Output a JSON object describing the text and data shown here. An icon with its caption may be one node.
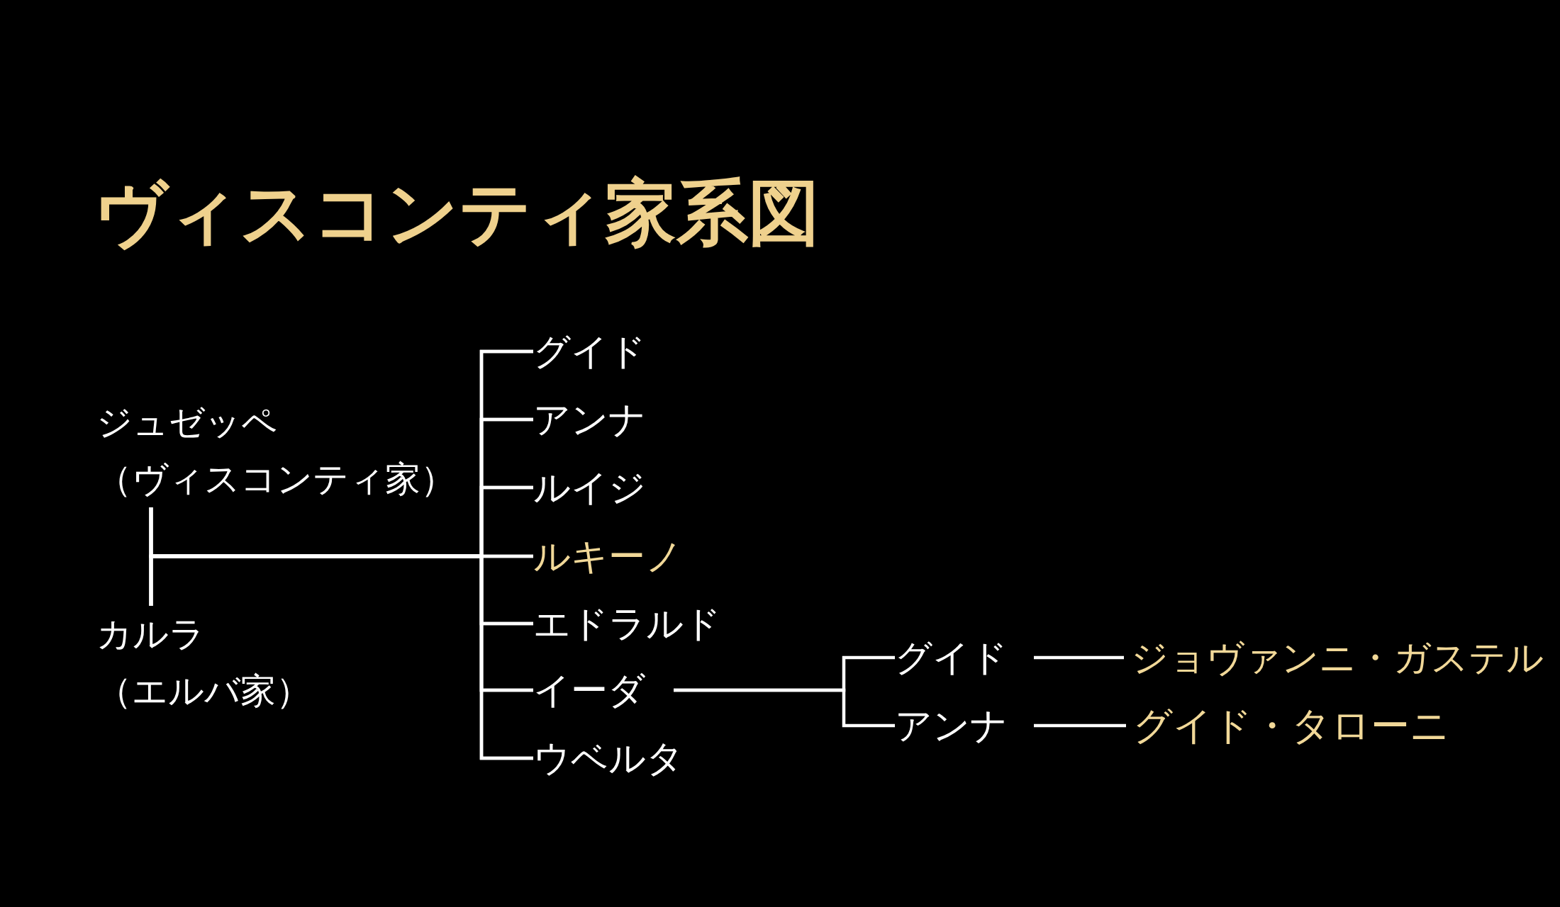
{
  "diagram": {
    "title": "ヴィスコンティ家系図",
    "nodes": [
      {
        "text": [
          "ジュゼッペ",
          "（ヴィスコンティ家）"
        ]
      },
      {
        "text": [
          "カルラ",
          "（エルバ家）"
        ]
      },
      {
        "text": [
          "グイド"
        ]
      },
      {
        "text": [
          "アンナ"
        ]
      },
      {
        "text": [
          "ルイジ"
        ]
      },
      {
        "text": [
          "ルキーノ"
        ]
      },
      {
        "text": [
          "エドラルド"
        ]
      },
      {
        "text": [
          "イーダ"
        ]
      },
      {
        "text": [
          "ウベルタ"
        ]
      },
      {
        "text": [
          "グイド"
        ]
      },
      {
        "text": [
          "アンナ"
        ]
      },
      {
        "text": [
          "ジョヴァンニ・ガステル"
        ]
      },
      {
        "text": [
          "グイド・タローニ"
        ]
      }
    ],
    "edges": [
      {
        "from": 0,
        "to": 1,
        "arrow": "none"
      },
      {
        "from": 0,
        "to": 2,
        "arrow": "none"
      },
      {
        "from": 0,
        "to": 3,
        "arrow": "none"
      },
      {
        "from": 0,
        "to": 4,
        "arrow": "none"
      },
      {
        "from": 0,
        "to": 5,
        "arrow": "none"
      },
      {
        "from": 0,
        "to": 6,
        "arrow": "none"
      },
      {
        "from": 0,
        "to": 7,
        "arrow": "none"
      },
      {
        "from": 0,
        "to": 8,
        "arrow": "none"
      },
      {
        "from": 1,
        "to": 2,
        "arrow": "none"
      },
      {
        "from": 1,
        "to": 3,
        "arrow": "none"
      },
      {
        "from": 1,
        "to": 4,
        "arrow": "none"
      },
      {
        "from": 1,
        "to": 5,
        "arrow": "none"
      },
      {
        "from": 1,
        "to": 6,
        "arrow": "none"
      },
      {
        "from": 1,
        "to": 7,
        "arrow": "none"
      },
      {
        "from": 1,
        "to": 8,
        "arrow": "none"
      },
      {
        "from": 7,
        "to": 9,
        "arrow": "none"
      },
      {
        "from": 7,
        "to": 10,
        "arrow": "none"
      },
      {
        "from": 9,
        "to": 11,
        "arrow": "none"
      },
      {
        "from": 10,
        "to": 12,
        "arrow": "none"
      }
    ]
  }
}
